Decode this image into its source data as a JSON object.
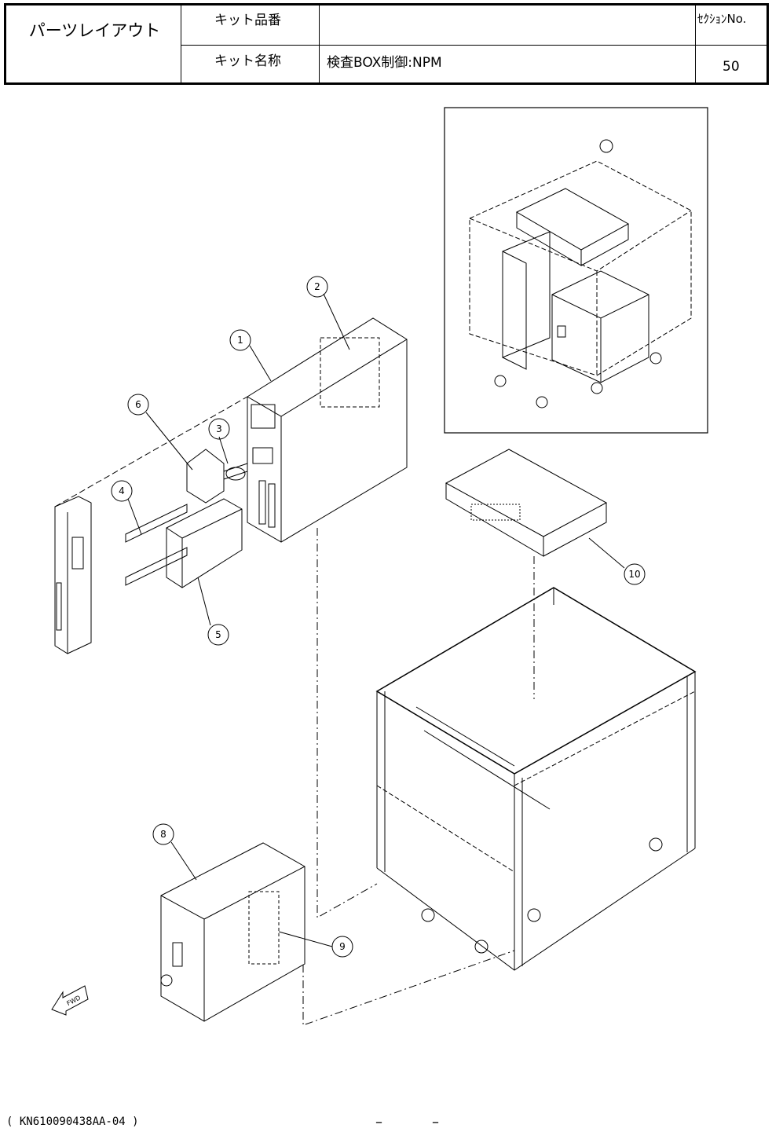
{
  "header": {
    "title": "パーツレイアウト",
    "kit_number_label": "キット品番",
    "kit_number_value": "",
    "kit_name_label": "キット名称",
    "kit_name_value": "検査BOX制御:NPM",
    "section_label": "ｾｸｼｮﾝNo.",
    "section_value": "50"
  },
  "callouts": [
    "1",
    "2",
    "3",
    "4",
    "5",
    "6",
    "8",
    "9",
    "10"
  ],
  "fwd_label": "FWD",
  "footer": {
    "code": "( KN610090438AA-04 )",
    "dash_left": "–",
    "dash_right": "–"
  }
}
